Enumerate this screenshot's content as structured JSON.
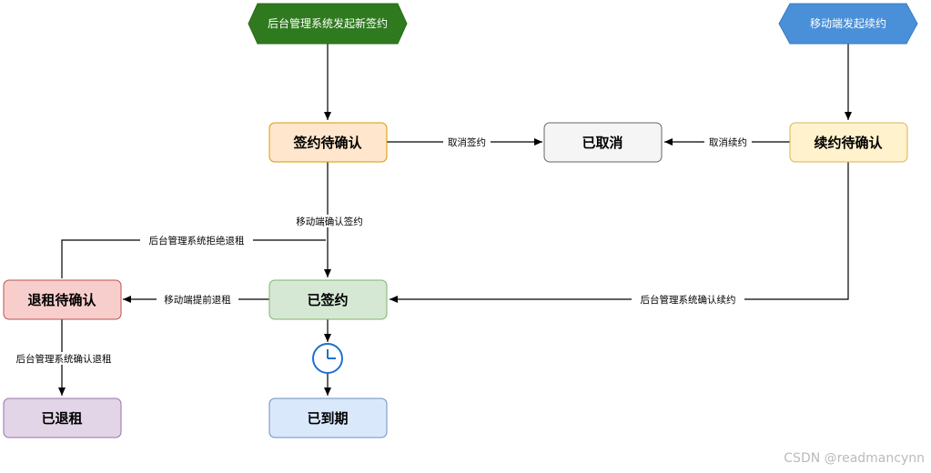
{
  "starts": {
    "admin_new": "后台管理系统发起新签约",
    "mobile_renew": "移动端发起续约"
  },
  "nodes": {
    "sign_pending": "签约待确认",
    "cancelled": "已取消",
    "renew_pending": "续约待确认",
    "signed": "已签约",
    "terminate_pending": "退租待确认",
    "terminated": "已退租",
    "expired": "已到期"
  },
  "edges": {
    "cancel_sign": "取消签约",
    "cancel_renew": "取消续约",
    "mobile_confirm_sign": "移动端确认签约",
    "admin_reject_terminate": "后台管理系统拒绝退租",
    "mobile_early_terminate": "移动端提前退租",
    "admin_confirm_renew": "后台管理系统确认续约",
    "admin_confirm_terminate": "后台管理系统确认退租"
  },
  "watermark": "CSDN @readmancynn",
  "colors": {
    "start_green": "#2f7a1f",
    "start_blue": "#4a90d9",
    "orange_fill": "#ffe6cc",
    "orange_stroke": "#d79b00",
    "gray_fill": "#f5f5f5",
    "gray_stroke": "#666666",
    "yellow_fill": "#fff2cc",
    "yellow_stroke": "#d6b656",
    "green_fill": "#d5e8d4",
    "green_stroke": "#82b366",
    "red_fill": "#f8cecc",
    "red_stroke": "#b85450",
    "purple_fill": "#e1d5e7",
    "purple_stroke": "#9673a6",
    "blue_fill": "#dae8fc",
    "blue_stroke": "#6c8ebf",
    "timer_blue": "#1f6fd1"
  },
  "icons": {
    "timer": "timer-clock-icon"
  }
}
